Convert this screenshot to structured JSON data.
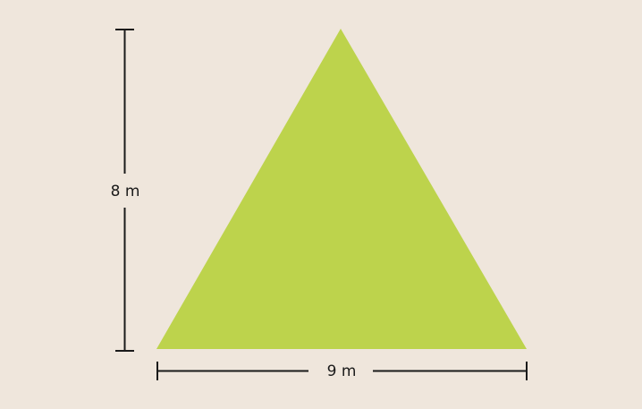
{
  "colors": {
    "background": "#efe6dc",
    "triangle_fill": "#bdd34c",
    "dimension_line": "#1a1a1a"
  },
  "shape": {
    "type": "triangle",
    "height_label": "8 m",
    "base_label": "9 m"
  }
}
